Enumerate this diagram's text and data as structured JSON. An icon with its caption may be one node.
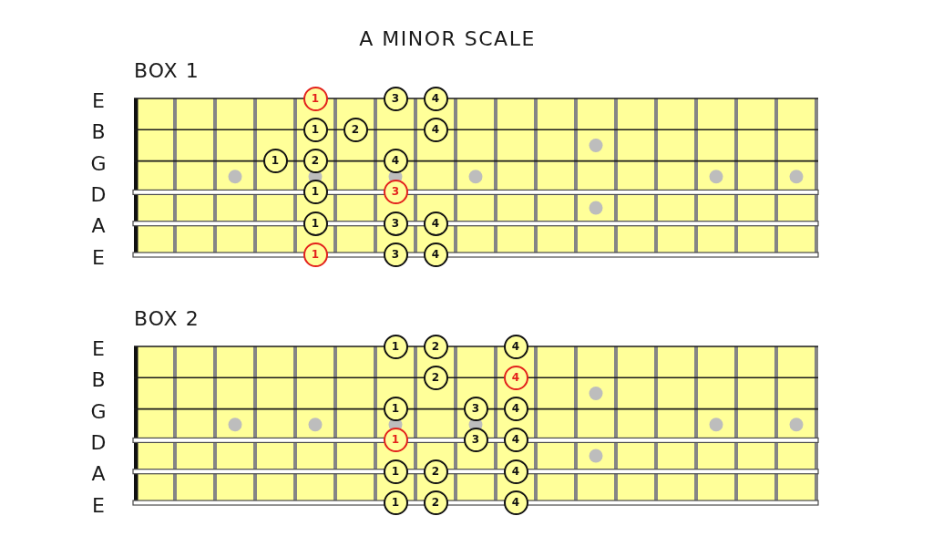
{
  "diagram": {
    "title": "A MINOR SCALE",
    "nodes": [
      {
        "text": [
          "BOX 1"
        ]
      },
      {
        "text": [
          "1"
        ],
        "in": 0
      },
      {
        "text": [
          "3"
        ],
        "in": 0
      },
      {
        "text": [
          "4"
        ],
        "in": 0
      },
      {
        "text": [
          "1"
        ],
        "in": 0
      },
      {
        "text": [
          "2"
        ],
        "in": 0
      },
      {
        "text": [
          "4"
        ],
        "in": 0
      },
      {
        "text": [
          "1"
        ],
        "in": 0
      },
      {
        "text": [
          "2"
        ],
        "in": 0
      },
      {
        "text": [
          "4"
        ],
        "in": 0
      },
      {
        "text": [
          "1"
        ],
        "in": 0
      },
      {
        "text": [
          "3"
        ],
        "in": 0
      },
      {
        "text": [
          "1"
        ],
        "in": 0
      },
      {
        "text": [
          "3"
        ],
        "in": 0
      },
      {
        "text": [
          "4"
        ],
        "in": 0
      },
      {
        "text": [
          "1"
        ],
        "in": 0
      },
      {
        "text": [
          "3"
        ],
        "in": 0
      },
      {
        "text": [
          "4"
        ],
        "in": 0
      },
      {
        "text": [
          "BOX 2"
        ]
      },
      {
        "text": [
          "1"
        ],
        "in": 18
      },
      {
        "text": [
          "2"
        ],
        "in": 18
      },
      {
        "text": [
          "4"
        ],
        "in": 18
      },
      {
        "text": [
          "2"
        ],
        "in": 18
      },
      {
        "text": [
          "4"
        ],
        "in": 18
      },
      {
        "text": [
          "1"
        ],
        "in": 18
      },
      {
        "text": [
          "3"
        ],
        "in": 18
      },
      {
        "text": [
          "4"
        ],
        "in": 18
      },
      {
        "text": [
          "1"
        ],
        "in": 18
      },
      {
        "text": [
          "3"
        ],
        "in": 18
      },
      {
        "text": [
          "4"
        ],
        "in": 18
      },
      {
        "text": [
          "1"
        ],
        "in": 18
      },
      {
        "text": [
          "2"
        ],
        "in": 18
      },
      {
        "text": [
          "4"
        ],
        "in": 18
      },
      {
        "text": [
          "1"
        ],
        "in": 18
      },
      {
        "text": [
          "2"
        ],
        "in": 18
      },
      {
        "text": [
          "4"
        ],
        "in": 18
      }
    ],
    "labels": [
      "E",
      "B",
      "G",
      "D",
      "A",
      "E",
      "E",
      "B",
      "G",
      "D",
      "A",
      "E"
    ]
  }
}
